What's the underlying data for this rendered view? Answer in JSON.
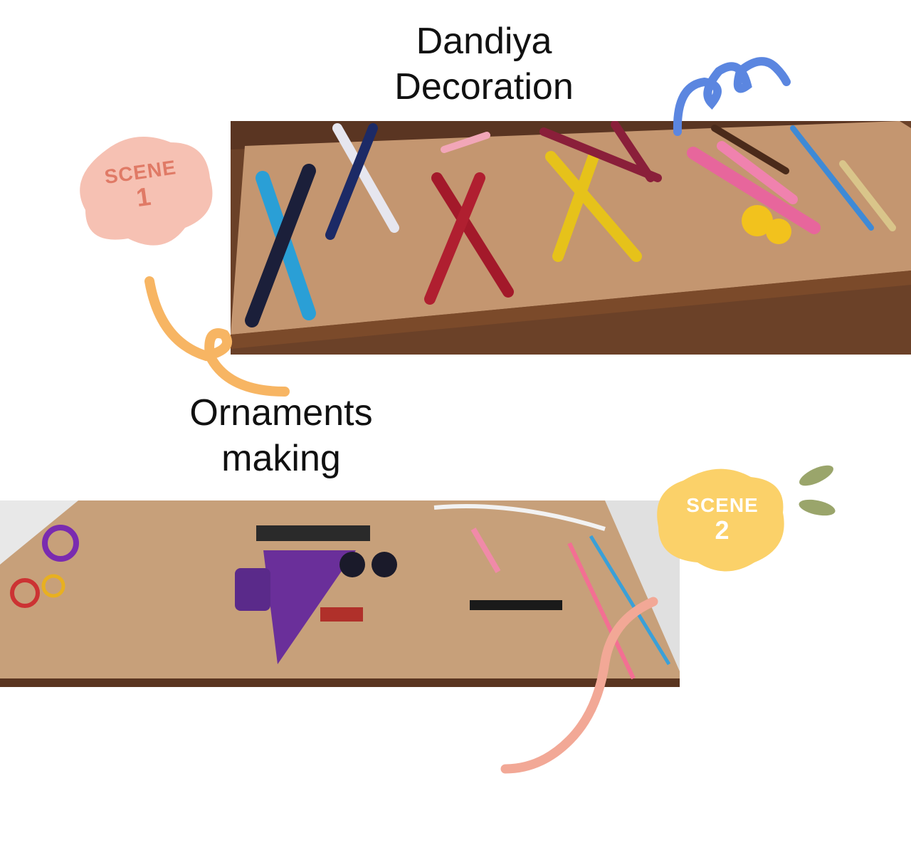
{
  "titles": {
    "dandiya": [
      "Dandiya",
      "Decoration"
    ],
    "ornaments": [
      "Ornaments",
      "making"
    ]
  },
  "stickers": {
    "scene1": {
      "label": "SCENE",
      "number": "1",
      "color": "#f6c1b3",
      "text_color": "#e07a66"
    },
    "scene2": {
      "label": "SCENE",
      "number": "2",
      "color": "#fbd169",
      "text_color": "#ffffff"
    }
  },
  "colors": {
    "squiggle_orange": "#f7b563",
    "squiggle_blue": "#5b86e0",
    "curve_pink": "#f2a896",
    "leaf_green": "#9aa56b"
  }
}
